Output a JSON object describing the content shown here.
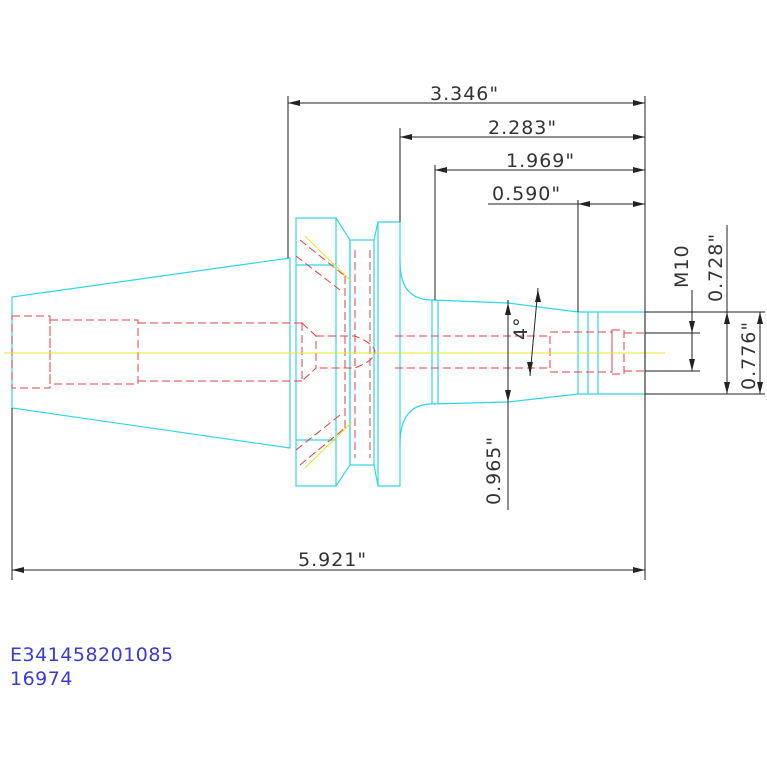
{
  "dimensions": {
    "d_3346": "3.346\"",
    "d_2283": "2.283\"",
    "d_1969": "1.969\"",
    "d_0590": "0.590\"",
    "d_5921": "5.921\"",
    "d_0965": "0.965\"",
    "d_0728": "0.728\"",
    "d_0776": "0.776\"",
    "thread": "M10",
    "angle": "4°"
  },
  "part_code": "E341458201085",
  "part_number": "16974",
  "colors": {
    "outline": "#33d6e6",
    "hidden": "#e04040",
    "center": "#e6e633",
    "dim": "#222222",
    "id_text": "#3a3ad6"
  }
}
